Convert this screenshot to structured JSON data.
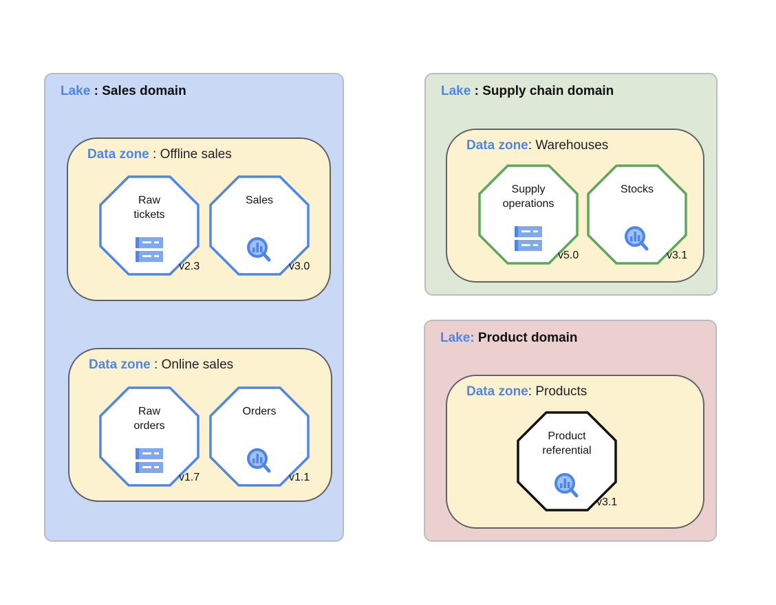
{
  "colors": {
    "keyword": "#4f86e6",
    "zone_fill": "#fdf2cf",
    "asset_blue": "#4f86e6",
    "asset_green": "#5ba85b",
    "asset_black": "#111111"
  },
  "lakes": [
    {
      "keyword": "Lake",
      "separator": " : ",
      "name": "Sales domain",
      "fill": "#c9d8f4",
      "zones": [
        {
          "keyword": "Data zone",
          "separator": " : ",
          "name": "Offline sales",
          "assets": [
            {
              "name": "Raw\ntickets",
              "version": "v2.3",
              "icon": "storage-icon",
              "color": "#4f86e6"
            },
            {
              "name": "Sales",
              "version": "v3.0",
              "icon": "bigquery-icon",
              "color": "#4f86e6"
            }
          ]
        },
        {
          "keyword": "Data zone",
          "separator": " : ",
          "name": "Online sales",
          "assets": [
            {
              "name": "Raw\norders",
              "version": "v1.7",
              "icon": "storage-icon",
              "color": "#4f86e6"
            },
            {
              "name": "Orders",
              "version": "v1.1",
              "icon": "bigquery-icon",
              "color": "#4f86e6"
            }
          ]
        }
      ]
    },
    {
      "keyword": "Lake",
      "separator": " : ",
      "name": "Supply chain domain",
      "fill": "#dde9d6",
      "zones": [
        {
          "keyword": "Data zone",
          "separator": ": ",
          "name": "Warehouses",
          "assets": [
            {
              "name": "Supply\noperations",
              "version": "v5.0",
              "icon": "storage-icon",
              "color": "#5ba85b"
            },
            {
              "name": "Stocks",
              "version": "v3.1",
              "icon": "bigquery-icon",
              "color": "#5ba85b"
            }
          ]
        }
      ]
    },
    {
      "keyword": "Lake:",
      "separator": " ",
      "name": "Product domain",
      "fill": "#eccfcf",
      "zones": [
        {
          "keyword": "Data zone",
          "separator": ": ",
          "name": "Products",
          "assets": [
            {
              "name": "Product\nreferential",
              "version": "v3.1",
              "icon": "bigquery-icon",
              "color": "#111111"
            }
          ]
        }
      ]
    }
  ]
}
